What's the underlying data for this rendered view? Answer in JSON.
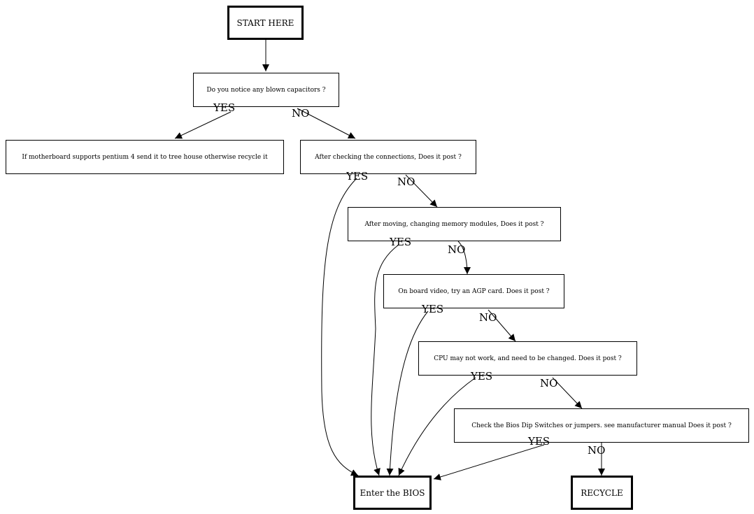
{
  "nodes": {
    "start": "START HERE",
    "q_capacitors": "Do you notice any blown capacitors ?",
    "pentium": "If motherboard supports pentium 4 send it to tree house otherwise recycle it",
    "q_connections": "After checking the connections, Does it post ?",
    "q_memory": "After moving, changing memory modules, Does it post ?",
    "q_video": "On board video, try an AGP card. Does it post ?",
    "q_cpu": "CPU may not work, and need to be changed. Does it post ?",
    "q_bios": "Check the Bios Dip Switches or jumpers. see manufacturer manual Does it post ?",
    "bios": "Enter the BIOS",
    "recycle": "RECYCLE"
  },
  "edge_labels": {
    "yes": "YES",
    "no": "NO"
  }
}
